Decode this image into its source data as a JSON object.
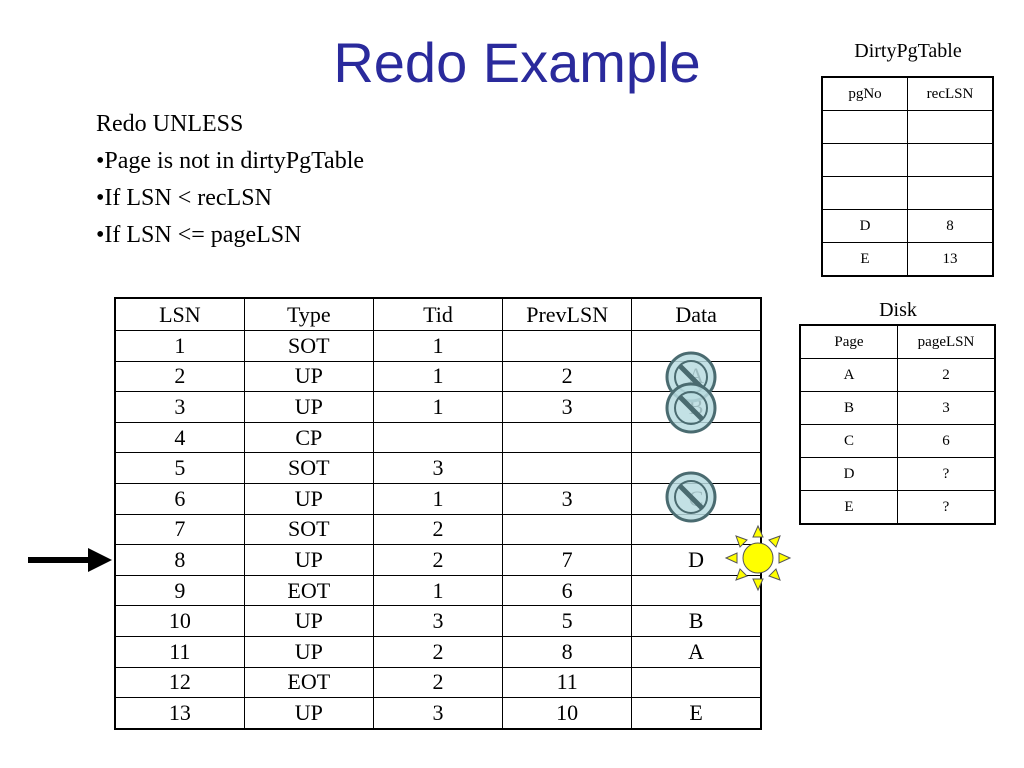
{
  "slide": {
    "title": "Redo Example",
    "rules": [
      "Redo UNLESS",
      "•Page is not in dirtyPgTable",
      "•If LSN < recLSN",
      "•If LSN <= pageLSN"
    ]
  },
  "log_table": {
    "headers": [
      "LSN",
      "Type",
      "Tid",
      "PrevLSN",
      "Data"
    ],
    "rows": [
      [
        "1",
        "SOT",
        "1",
        "",
        ""
      ],
      [
        "2",
        "UP",
        "1",
        "2",
        "A"
      ],
      [
        "3",
        "UP",
        "1",
        "3",
        "B"
      ],
      [
        "4",
        "CP",
        "",
        "",
        ""
      ],
      [
        "5",
        "SOT",
        "3",
        "",
        ""
      ],
      [
        "6",
        "UP",
        "1",
        "3",
        "C"
      ],
      [
        "7",
        "SOT",
        "2",
        "",
        ""
      ],
      [
        "8",
        "UP",
        "2",
        "7",
        "D"
      ],
      [
        "9",
        "EOT",
        "1",
        "6",
        ""
      ],
      [
        "10",
        "UP",
        "3",
        "5",
        "B"
      ],
      [
        "11",
        "UP",
        "2",
        "8",
        "A"
      ],
      [
        "12",
        "EOT",
        "2",
        "11",
        ""
      ],
      [
        "13",
        "UP",
        "3",
        "10",
        "E"
      ]
    ]
  },
  "dirty_page_table": {
    "caption": "DirtyPgTable",
    "headers": [
      "pgNo",
      "recLSN"
    ],
    "rows": [
      [
        "",
        ""
      ],
      [
        "",
        ""
      ],
      [
        "",
        ""
      ],
      [
        "D",
        "8"
      ],
      [
        "E",
        "13"
      ]
    ]
  },
  "disk": {
    "caption": "Disk",
    "headers": [
      "Page",
      "pageLSN"
    ],
    "rows": [
      [
        "A",
        "2"
      ],
      [
        "B",
        "3"
      ],
      [
        "C",
        "6"
      ],
      [
        "D",
        "?"
      ],
      [
        "E",
        "?"
      ]
    ]
  },
  "icons": {
    "arrow": "current-record-arrow-icon",
    "skip": "no-redo-icon",
    "redo": "redo-sun-icon"
  },
  "colors": {
    "title": "#2a2a9c",
    "no_symbol_fill": "#b8dce0",
    "sun_fill": "#ffff00"
  }
}
